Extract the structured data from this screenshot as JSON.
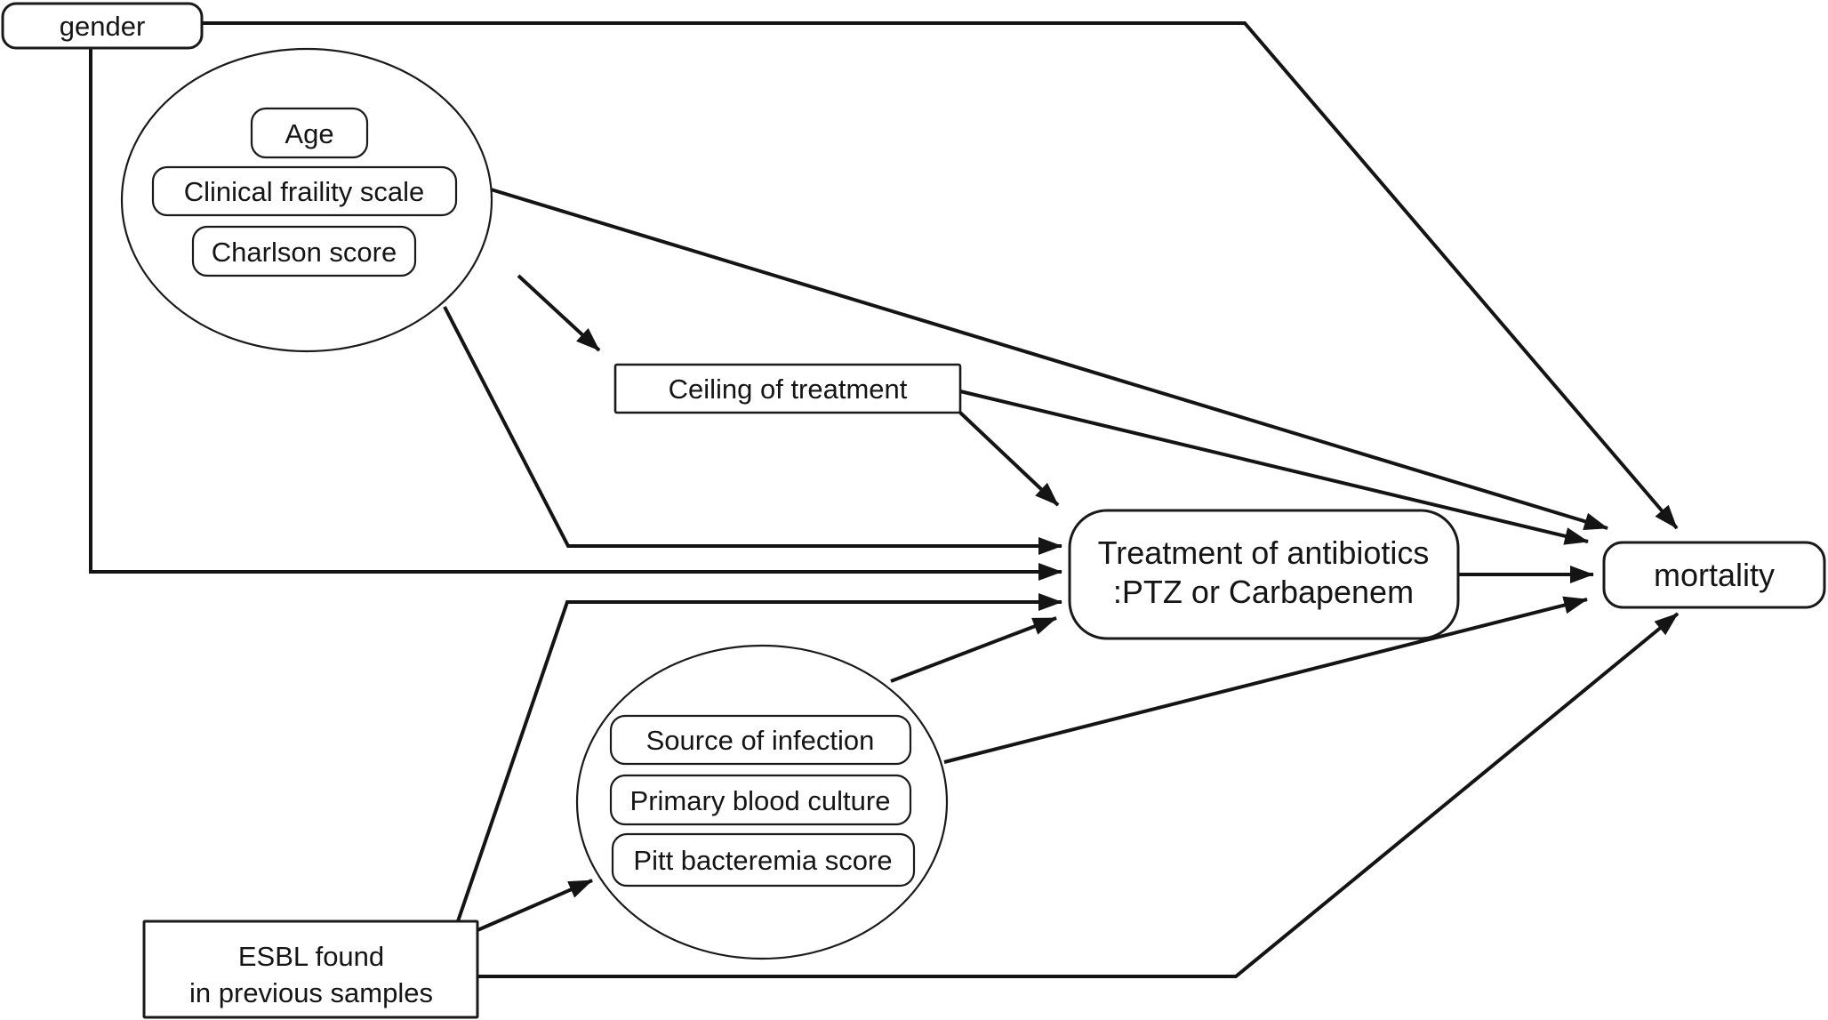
{
  "diagram": {
    "type": "causal-dag",
    "background": "#ffffff",
    "stroke_color": "#141414",
    "node_fill": "#ffffff",
    "nodes": {
      "gender": {
        "label": "gender"
      },
      "patient_factors_group": {
        "shape": "ellipse",
        "items": [
          "Age",
          "Clinical fraility scale",
          "Charlson score"
        ]
      },
      "ceiling": {
        "label": "Ceiling of treatment"
      },
      "treatment": {
        "label_line1": "Treatment of antibiotics",
        "label_line2": ":PTZ or Carbapenem"
      },
      "mortality": {
        "label": "mortality"
      },
      "infection_factors_group": {
        "shape": "ellipse",
        "items": [
          "Source of infection",
          "Primary blood culture",
          "Pitt bacteremia score"
        ]
      },
      "esbl": {
        "label_line1": "ESBL found",
        "label_line2": "in previous samples"
      }
    },
    "edges": [
      {
        "from": "gender",
        "to": "mortality"
      },
      {
        "from": "gender",
        "to": "treatment"
      },
      {
        "from": "patient_factors_group",
        "to": "ceiling"
      },
      {
        "from": "patient_factors_group",
        "to": "treatment"
      },
      {
        "from": "patient_factors_group",
        "to": "mortality"
      },
      {
        "from": "ceiling",
        "to": "treatment"
      },
      {
        "from": "ceiling",
        "to": "mortality"
      },
      {
        "from": "treatment",
        "to": "mortality"
      },
      {
        "from": "infection_factors_group",
        "to": "treatment"
      },
      {
        "from": "infection_factors_group",
        "to": "mortality"
      },
      {
        "from": "esbl",
        "to": "infection_factors_group"
      },
      {
        "from": "esbl",
        "to": "treatment"
      },
      {
        "from": "esbl",
        "to": "mortality"
      }
    ]
  }
}
